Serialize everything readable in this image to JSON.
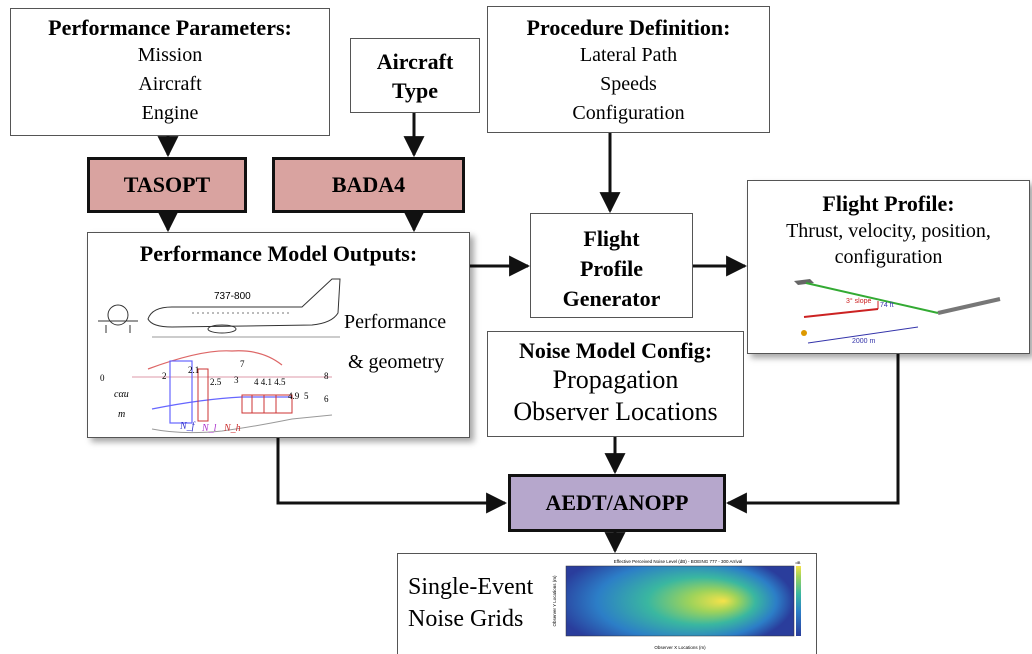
{
  "colors": {
    "tasopt": "#d9a3a0",
    "bada": "#d9a3a0",
    "aedt": "#b6a7cc",
    "edge": "#111111"
  },
  "perf_params": {
    "title": "Performance Parameters:",
    "lines": [
      "Mission",
      "Aircraft",
      "Engine"
    ]
  },
  "aircraft_type": {
    "line1": "Aircraft",
    "line2": "Type"
  },
  "procedure": {
    "title": "Procedure Definition:",
    "lines": [
      "Lateral Path",
      "Speeds",
      "Configuration"
    ]
  },
  "tasopt": {
    "label": "TASOPT"
  },
  "bada": {
    "label": "BADA4"
  },
  "perf_outputs": {
    "title": "Performance Model Outputs:",
    "caption1": "Performance",
    "caption2": "& geometry",
    "drawing_label": "737-800",
    "engine_labels": [
      "2",
      "2.1",
      "2.5",
      "3",
      "4 4.1 4.5",
      "4.9",
      "5",
      "6",
      "7",
      "8"
    ],
    "station_labels": [
      "N_f",
      "N_l",
      "N_h"
    ]
  },
  "flight_profile_generator": {
    "lines": [
      "Flight",
      "Profile",
      "Generator"
    ]
  },
  "flight_profile": {
    "title": "Flight Profile:",
    "lines": [
      "Thrust, velocity, position,",
      "configuration"
    ],
    "annotations": [
      "3° slope",
      "74 ft",
      "2000 m"
    ]
  },
  "noise_config": {
    "title": "Noise Model Config:",
    "lines": [
      "Propagation",
      "Observer Locations"
    ]
  },
  "aedt": {
    "label": "AEDT/ANOPP"
  },
  "noise_grids": {
    "lines": [
      "Single-Event",
      "Noise Grids"
    ],
    "plot_title": "Effective Perceived Noise Level (dB) - BOEING 777 - 300 Arrival",
    "x_label": "Observer X Locations (m)",
    "y_label": "Observer Y Locations (m)",
    "colorbar_label": "dB"
  }
}
